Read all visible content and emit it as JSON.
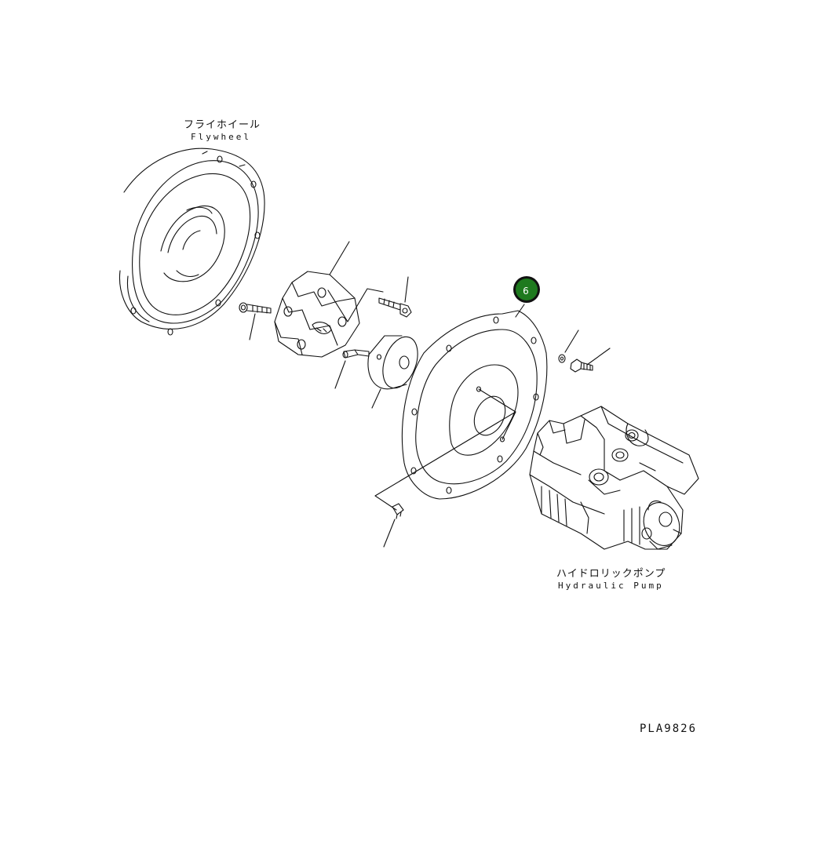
{
  "labels": {
    "flywheel_jp": "フライホイール",
    "flywheel_en": "Flywheel",
    "pump_jp": "ハイドロリックポンプ",
    "pump_en": "Hydraulic Pump",
    "drawing_number": "PLA9826"
  },
  "callouts": [
    {
      "number": "6",
      "color": "#1e7a1e"
    }
  ],
  "colors": {
    "line": "#111111",
    "callout_fill": "#1e7a1e",
    "callout_ring": "#111111"
  }
}
